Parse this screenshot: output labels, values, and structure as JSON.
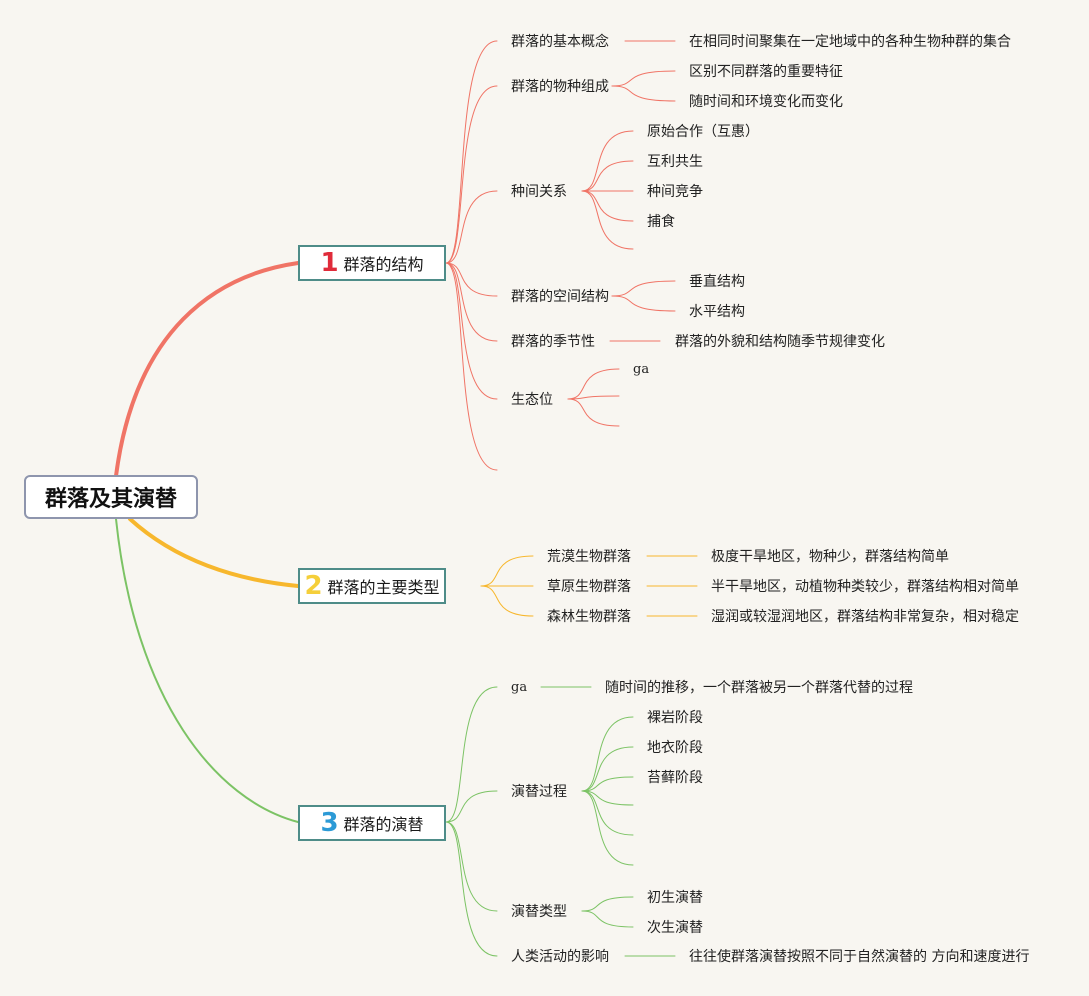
{
  "root": {
    "label": "群落及其演替"
  },
  "colors": {
    "branch1": "#f07466",
    "branch2": "#f7b72d",
    "branch3": "#7cc365",
    "node_border": "#4e8c88",
    "root_border": "#8e95ad"
  },
  "branches": [
    {
      "num": "1",
      "label": "群落的结构",
      "topics": [
        {
          "label": "群落的基本概念",
          "children": [
            "在相同时间聚集在一定地域中的各种生物种群的集合"
          ]
        },
        {
          "label": "群落的物种组成",
          "children": [
            "区别不同群落的重要特征",
            "随时间和环境变化而变化"
          ]
        },
        {
          "label": "种间关系",
          "children": [
            "原始合作（互惠）",
            "互利共生",
            "种间竞争",
            "捕食",
            ""
          ]
        },
        {
          "label": "群落的空间结构",
          "children": [
            "垂直结构",
            "水平结构"
          ]
        },
        {
          "label": "群落的季节性",
          "children": [
            "群落的外貌和结构随季节规律变化"
          ]
        },
        {
          "label": "生态位",
          "children": [
            "ga",
            "",
            ""
          ]
        },
        {
          "label": "",
          "children": []
        }
      ]
    },
    {
      "num": "2",
      "label": "群落的主要类型",
      "topics": [
        {
          "label": "荒漠生物群落",
          "children": [
            "极度干旱地区，物种少，群落结构简单"
          ]
        },
        {
          "label": "草原生物群落",
          "children": [
            "半干旱地区，动植物种类较少，群落结构相对简单"
          ]
        },
        {
          "label": "森林生物群落",
          "children": [
            "湿润或较湿润地区，群落结构非常复杂，相对稳定"
          ]
        }
      ]
    },
    {
      "num": "3",
      "label": "群落的演替",
      "topics": [
        {
          "label": "ga",
          "children": [
            "随时间的推移，一个群落被另一个群落代替的过程"
          ]
        },
        {
          "label": "演替过程",
          "children": [
            "裸岩阶段",
            "地衣阶段",
            "苔藓阶段",
            "",
            "",
            ""
          ]
        },
        {
          "label": "演替类型",
          "children": [
            "初生演替",
            "次生演替"
          ]
        },
        {
          "label": "人类活动的影响",
          "children": [
            "往往使群落演替按照不同于自然演替的 方向和速度进行"
          ]
        }
      ]
    }
  ]
}
